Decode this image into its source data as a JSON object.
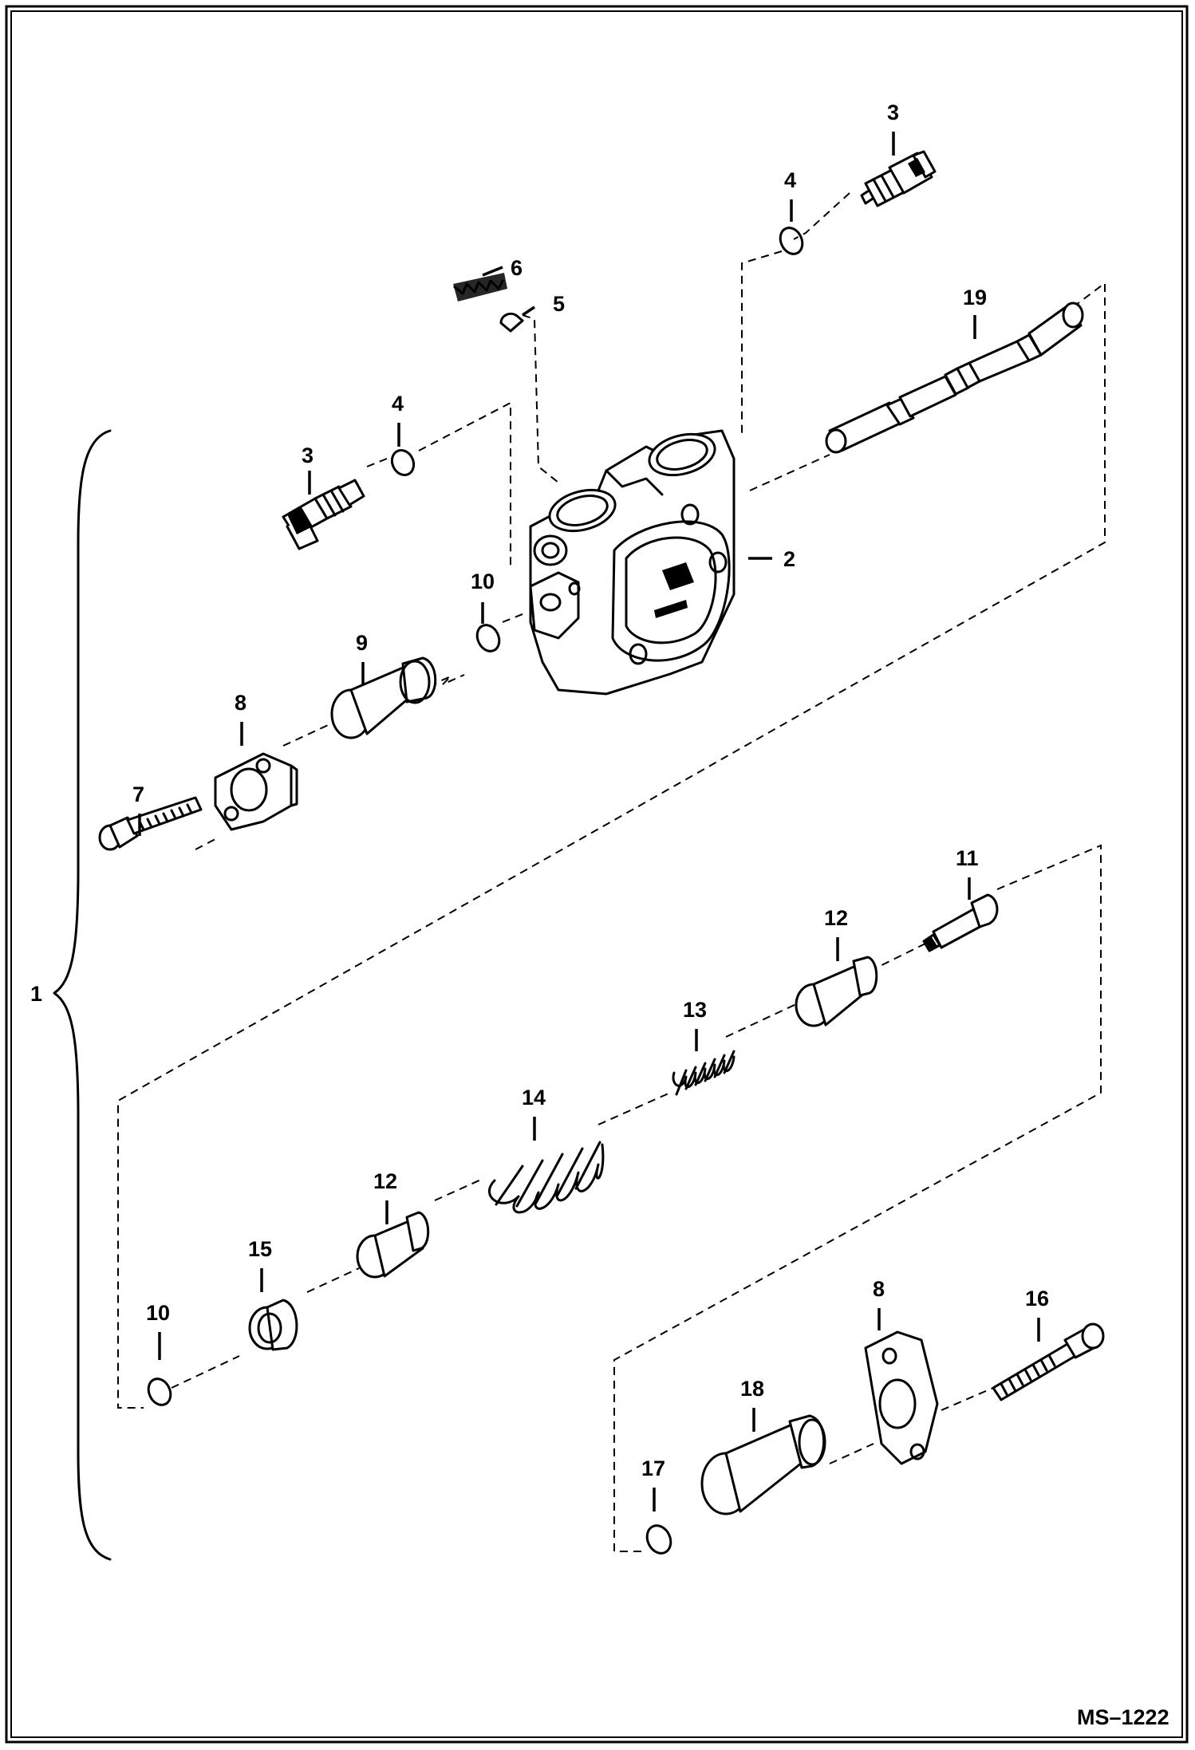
{
  "drawing_id": "MS–1222",
  "callouts": {
    "c1": "1",
    "c2": "2",
    "c3a": "3",
    "c3b": "3",
    "c4a": "4",
    "c4b": "4",
    "c5": "5",
    "c6": "6",
    "c7": "7",
    "c8a": "8",
    "c8b": "8",
    "c9": "9",
    "c10a": "10",
    "c10b": "10",
    "c11": "11",
    "c12a": "12",
    "c12b": "12",
    "c13": "13",
    "c14": "14",
    "c15": "15",
    "c16": "16",
    "c17": "17",
    "c18": "18",
    "c19": "19"
  }
}
